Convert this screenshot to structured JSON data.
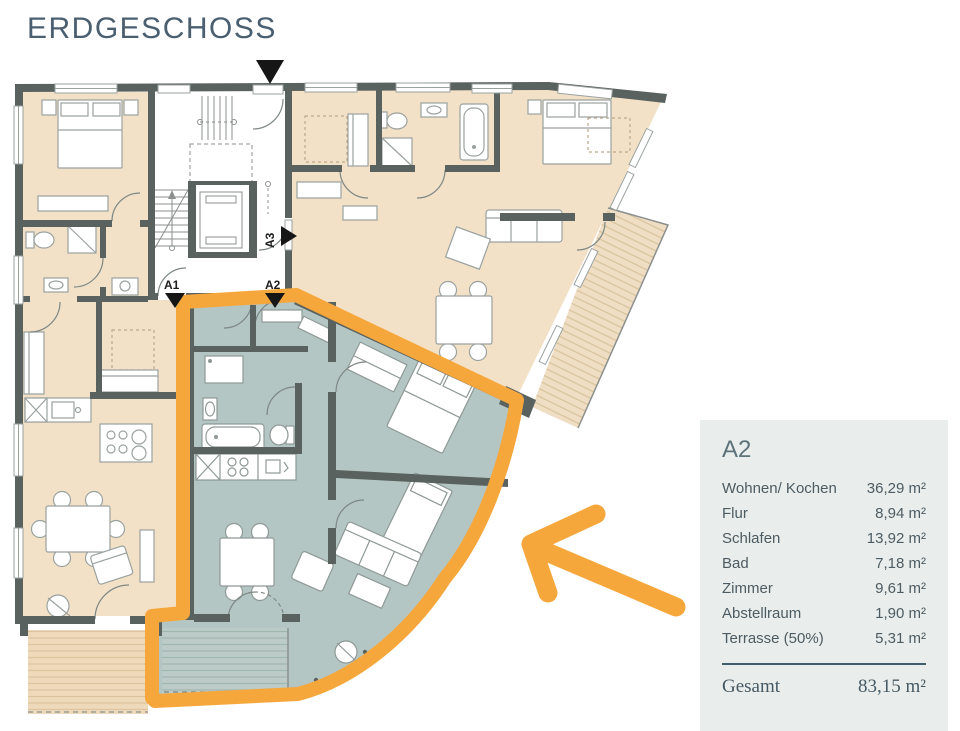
{
  "title": "ERDGESCHOSS",
  "plan": {
    "unit_labels": [
      {
        "id": "a1",
        "label": "A1"
      },
      {
        "id": "a2",
        "label": "A2"
      },
      {
        "id": "a3",
        "label": "A3"
      }
    ]
  },
  "panel": {
    "title": "A2",
    "rows": [
      {
        "label": "Wohnen/ Kochen",
        "value": "36,29 m²"
      },
      {
        "label": "Flur",
        "value": "8,94 m²"
      },
      {
        "label": "Schlafen",
        "value": "13,92 m²"
      },
      {
        "label": "Bad",
        "value": "7,18 m²"
      },
      {
        "label": "Zimmer",
        "value": "9,61 m²"
      },
      {
        "label": "Abstellraum",
        "value": "1,90 m²"
      },
      {
        "label": "Terrasse (50%)",
        "value": "5,31 m²"
      }
    ],
    "total_label": "Gesamt",
    "total_value": "83,15 m²"
  },
  "colors": {
    "accent_orange": "#F6A73C",
    "highlight_fill": "#B4C6C3",
    "floor_beige": "#F3E1C7",
    "wall": "#5A625F",
    "panel_bg": "#E9EEEC",
    "heading_text": "#4A5F70"
  }
}
